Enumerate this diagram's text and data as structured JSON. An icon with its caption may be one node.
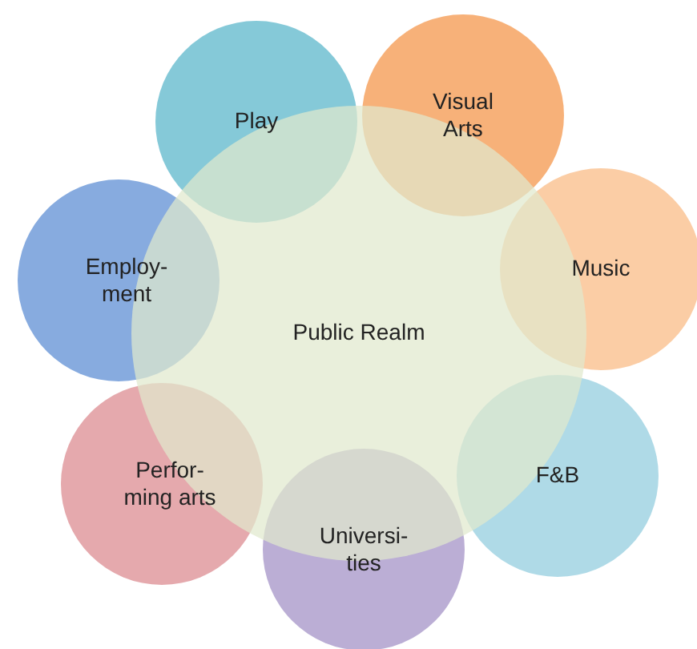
{
  "diagram": {
    "nodes": [
      {
        "text": [
          "Public Realm"
        ]
      },
      {
        "text": [
          "Play"
        ]
      },
      {
        "text": [
          "Visual Arts"
        ]
      },
      {
        "text": [
          "Music"
        ]
      },
      {
        "text": [
          "F&B"
        ]
      },
      {
        "text": [
          "Universi- ties"
        ]
      },
      {
        "text": [
          "Perfor- ming arts"
        ]
      },
      {
        "text": [
          "Employ- ment"
        ]
      }
    ]
  }
}
